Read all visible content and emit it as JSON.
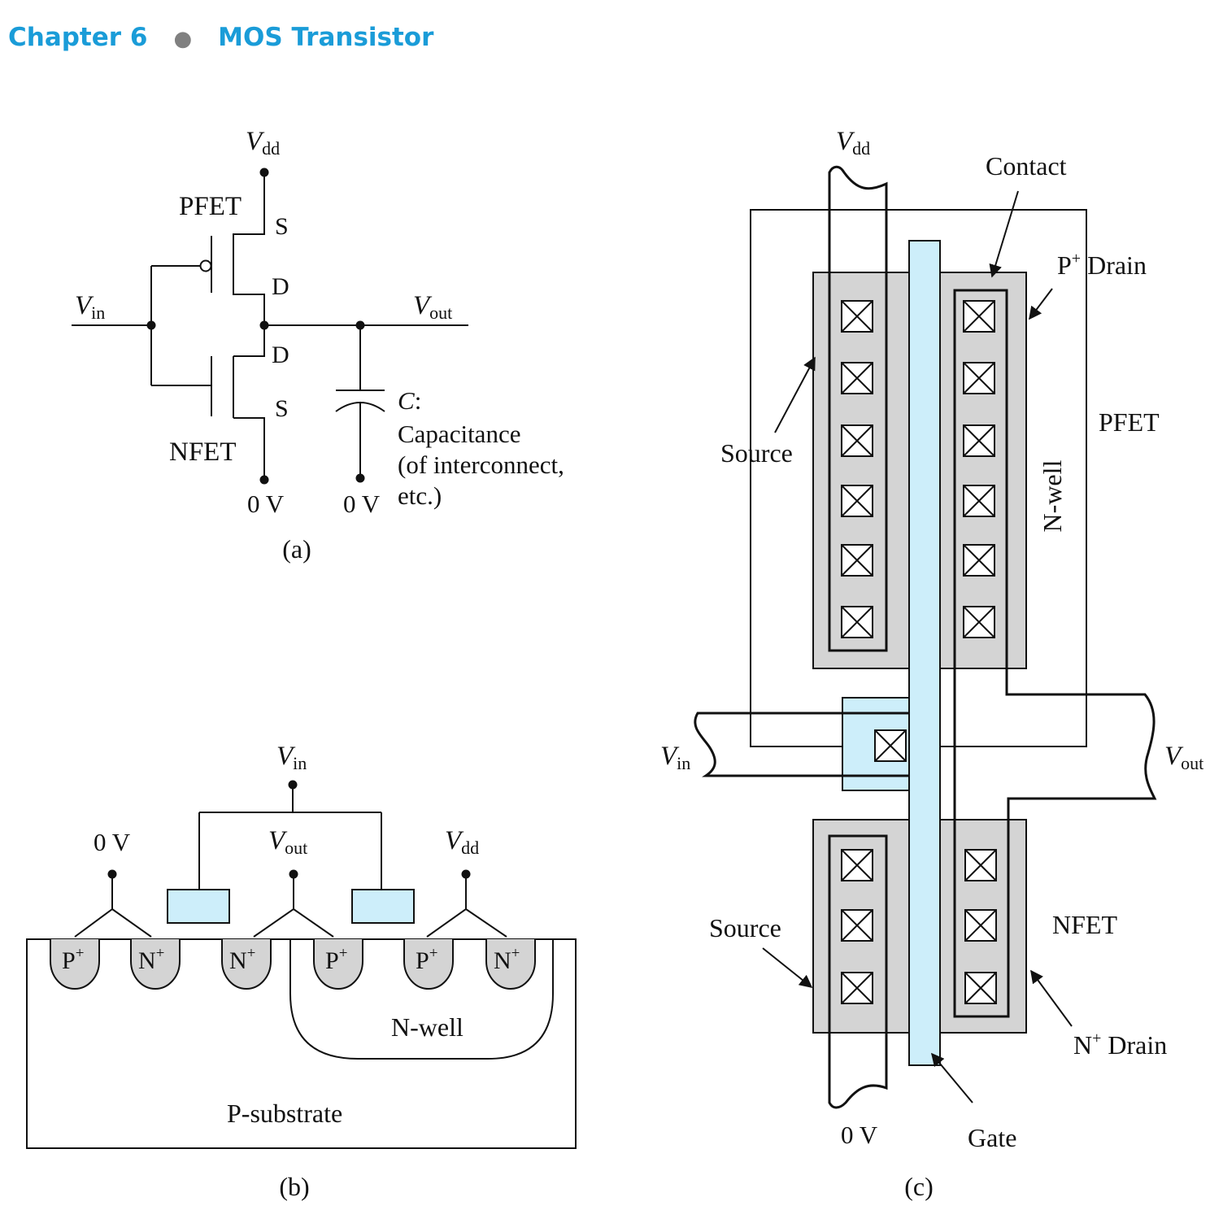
{
  "header": {
    "chapter": "Chapter 6",
    "title": "MOS Transistor"
  },
  "colors": {
    "accent": "#1a9cd8",
    "gate_fill": "#cdeefa",
    "diffusion_fill": "#d4d4d4"
  },
  "fig_a": {
    "vdd": "V",
    "vdd_sub": "dd",
    "pfet": "PFET",
    "nfet": "NFET",
    "p_s": "S",
    "p_d": "D",
    "n_d": "D",
    "n_s": "S",
    "vin": "V",
    "vin_sub": "in",
    "vout": "V",
    "vout_sub": "out",
    "gnd1": "0 V",
    "gnd2": "0 V",
    "cap_label": "C",
    "cap_line1": "Capacitance",
    "cap_line2": "(of interconnect,",
    "cap_line3": "etc.)",
    "caption": "(a)"
  },
  "fig_b": {
    "vin": "V",
    "vin_sub": "in",
    "gnd": "0 V",
    "vout": "V",
    "vout_sub": "out",
    "vdd": "V",
    "vdd_sub": "dd",
    "wells": [
      {
        "base": "P",
        "sup": "+"
      },
      {
        "base": "N",
        "sup": "+"
      },
      {
        "base": "N",
        "sup": "+"
      },
      {
        "base": "P",
        "sup": "+"
      },
      {
        "base": "P",
        "sup": "+"
      },
      {
        "base": "N",
        "sup": "+"
      }
    ],
    "nwell": "N-well",
    "substrate": "P-substrate",
    "caption": "(b)"
  },
  "fig_c": {
    "vdd": "V",
    "vdd_sub": "dd",
    "contact": "Contact",
    "p_drain_base": "P",
    "p_drain_sup": "+",
    "p_drain_rest": " Drain",
    "source_top": "Source",
    "pfet": "PFET",
    "nwell": "N-well",
    "vin": "V",
    "vin_sub": "in",
    "vout": "V",
    "vout_sub": "out",
    "source_bottom": "Source",
    "nfet": "NFET",
    "n_drain_base": "N",
    "n_drain_sup": "+",
    "n_drain_rest": " Drain",
    "gnd": "0 V",
    "gate": "Gate",
    "caption": "(c)"
  }
}
